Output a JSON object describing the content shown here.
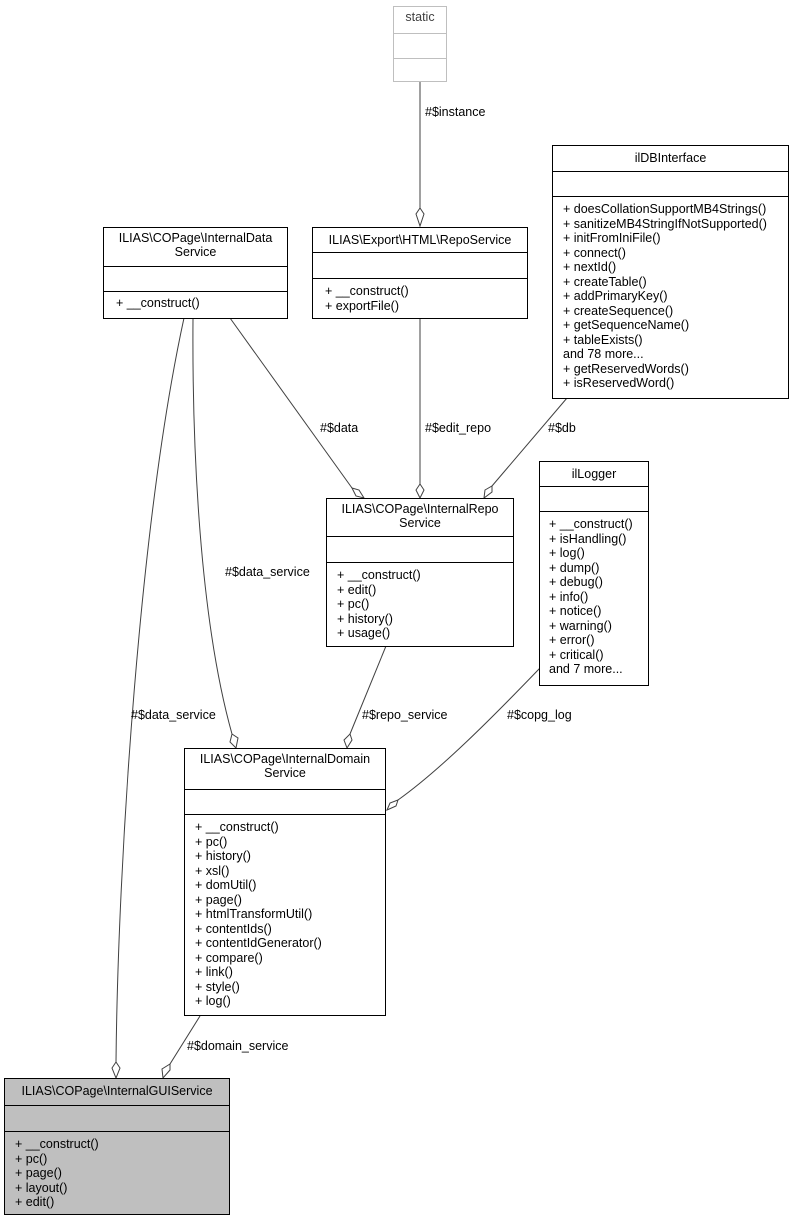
{
  "classes": {
    "static": {
      "title": "static",
      "methods": []
    },
    "internal_data_service": {
      "title_line1": "ILIAS\\COPage\\InternalData",
      "title_line2": "Service",
      "methods": [
        "+ __construct()"
      ]
    },
    "repo_service": {
      "title": "ILIAS\\Export\\HTML\\RepoService",
      "methods": [
        "+ __construct()",
        "+ exportFile()"
      ]
    },
    "db_interface": {
      "title": "ilDBInterface",
      "methods": [
        "+ doesCollationSupportMB4Strings()",
        "+ sanitizeMB4StringIfNotSupported()",
        "+ initFromIniFile()",
        "+ connect()",
        "+ nextId()",
        "+ createTable()",
        "+ addPrimaryKey()",
        "+ createSequence()",
        "+ getSequenceName()",
        "+ tableExists()",
        "and 78 more...",
        "+ getReservedWords()",
        "+ isReservedWord()"
      ]
    },
    "internal_repo_service": {
      "title_line1": "ILIAS\\COPage\\InternalRepo",
      "title_line2": "Service",
      "methods": [
        "+ __construct()",
        "+ edit()",
        "+ pc()",
        "+ history()",
        "+ usage()"
      ]
    },
    "logger": {
      "title": "ilLogger",
      "methods": [
        "+ __construct()",
        "+ isHandling()",
        "+ log()",
        "+ dump()",
        "+ debug()",
        "+ info()",
        "+ notice()",
        "+ warning()",
        "+ error()",
        "+ critical()",
        "and 7 more..."
      ]
    },
    "internal_domain_service": {
      "title_line1": "ILIAS\\COPage\\InternalDomain",
      "title_line2": "Service",
      "methods": [
        "+ __construct()",
        "+ pc()",
        "+ history()",
        "+ xsl()",
        "+ domUtil()",
        "+ page()",
        "+ htmlTransformUtil()",
        "+ contentIds()",
        "+ contentIdGenerator()",
        "+ compare()",
        "+ link()",
        "+ style()",
        "+ log()"
      ]
    },
    "internal_gui_service": {
      "title": "ILIAS\\COPage\\InternalGUIService",
      "methods": [
        "+ __construct()",
        "+ pc()",
        "+ page()",
        "+ layout()",
        "+ edit()"
      ]
    }
  },
  "edges": {
    "instance": "#$instance",
    "data": "#$data",
    "edit_repo": "#$edit_repo",
    "db": "#$db",
    "data_service_domain": "#$data_service",
    "data_service_gui": "#$data_service",
    "repo_service": "#$repo_service",
    "copg_log": "#$copg_log",
    "domain_service": "#$domain_service"
  },
  "colors": {
    "highlight": "#bfbfbf",
    "line": "#404040",
    "static_border": "#bfbfbf"
  }
}
